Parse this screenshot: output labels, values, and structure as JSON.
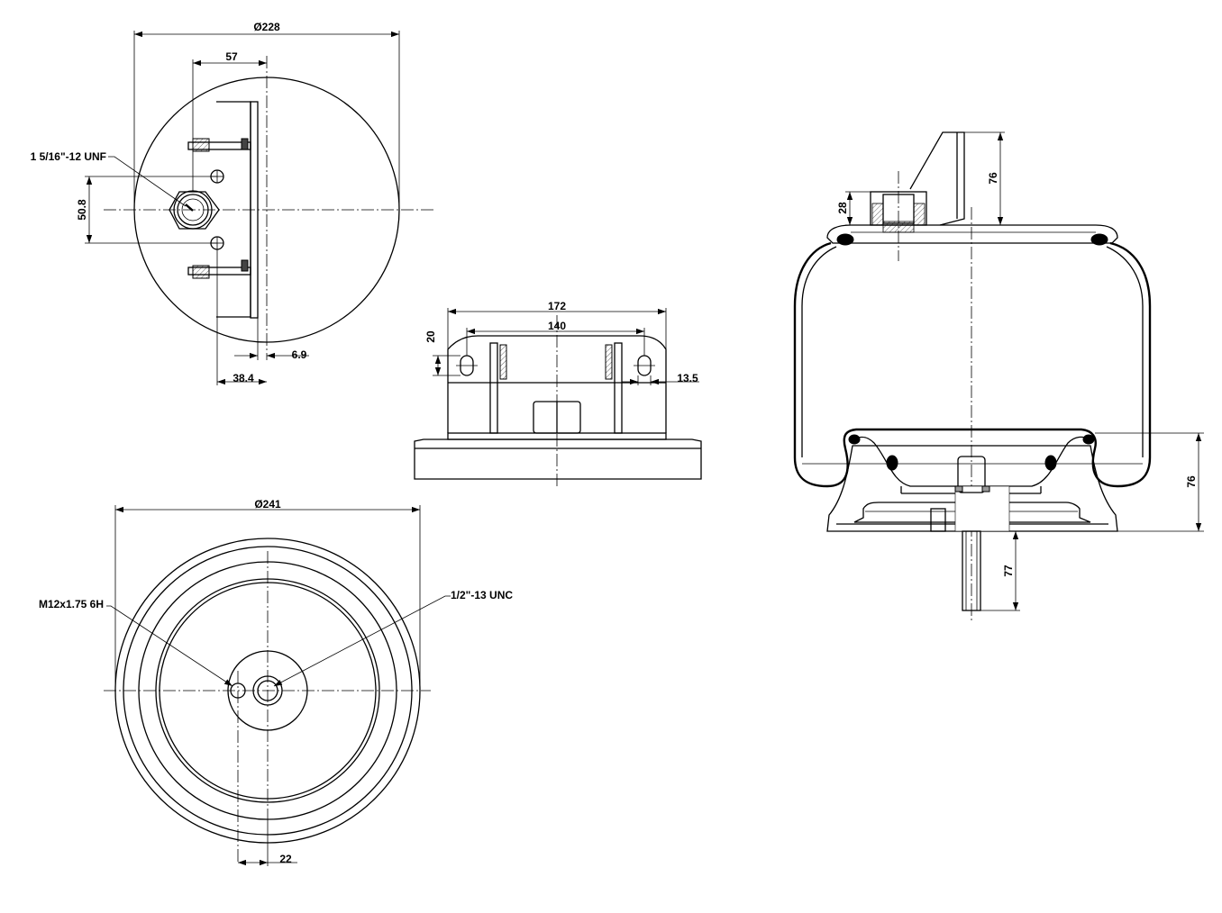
{
  "dimensions": {
    "top_view": {
      "diameter": "Ø228",
      "offset_57": "57",
      "thread_label": "1 5/16\"-12 UNF",
      "stud_spacing": "50.8",
      "plate_thickness": "6.9",
      "offset_38": "38.4"
    },
    "front_view": {
      "overall_width": "172",
      "hole_spacing": "140",
      "hole_height": "20",
      "hole_width": "13.5"
    },
    "bottom_view": {
      "diameter": "Ø241",
      "thread_m12": "M12x1.75 6H",
      "thread_unc": "1/2\"-13 UNC",
      "offset_22": "22"
    },
    "section_view": {
      "bracket_height": "76",
      "fitting_height": "28",
      "piston_height": "76",
      "stud_length": "77"
    }
  },
  "colors": {
    "line": "#000000",
    "background": "#ffffff"
  }
}
